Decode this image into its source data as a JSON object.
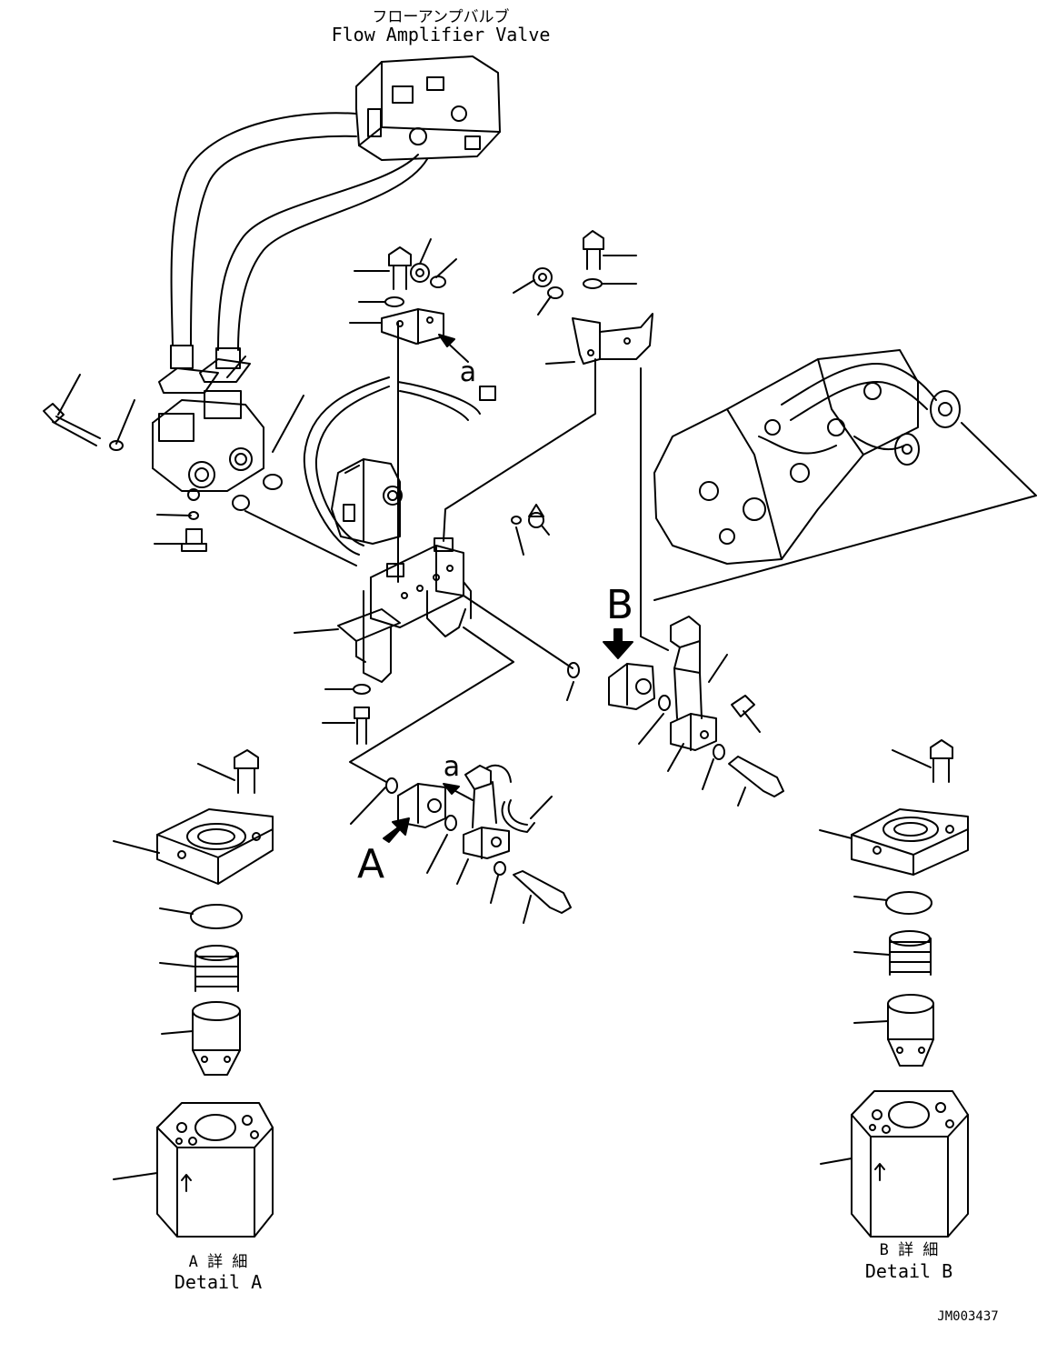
{
  "title": {
    "japanese": "フローアンプバルブ",
    "english": "Flow Amplifier Valve"
  },
  "view_letters": {
    "a_upper": "a",
    "a_lower": "a",
    "b_view": "B",
    "a_view": "A"
  },
  "detail_a": {
    "japanese": "A 詳 細",
    "english": "Detail A"
  },
  "detail_b": {
    "japanese": "B 詳 細",
    "english": "Detail B"
  },
  "drawing_number": "JM003437"
}
